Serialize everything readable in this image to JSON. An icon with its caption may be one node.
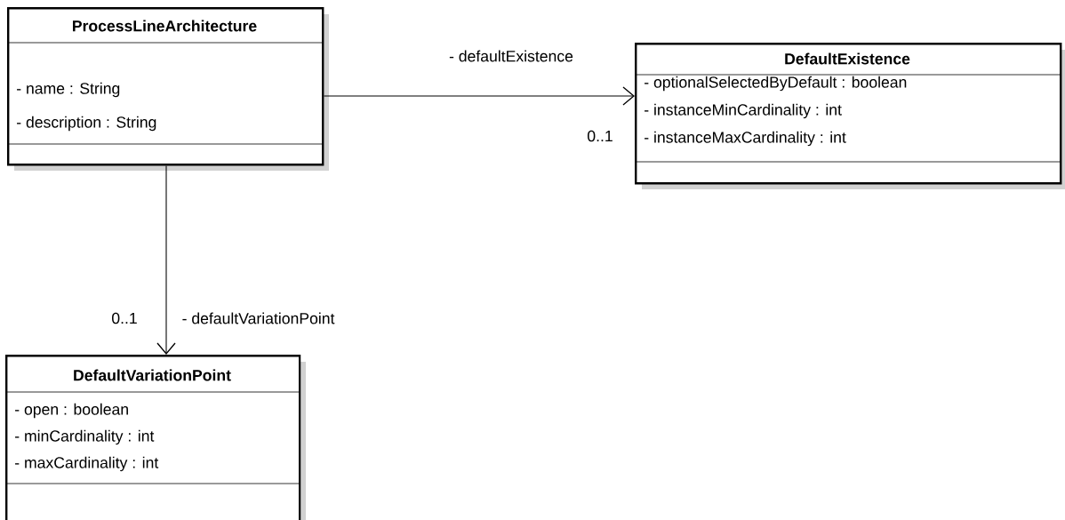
{
  "diagram": {
    "nodes": [
      {
        "text": [
          "ProcessLineArchitecture",
          "- name : String",
          "- description : String"
        ]
      },
      {
        "text": [
          "DefaultExistence",
          "- optionalSelectedByDefault : boolean",
          "- instanceMinCardinality : int",
          "- instanceMaxCardinality : int"
        ]
      },
      {
        "text": [
          "DefaultVariationPoint",
          "- open : boolean",
          "- minCardinality : int",
          "- maxCardinality : int"
        ]
      }
    ],
    "edges": [
      {
        "from": 0,
        "to": 1,
        "arrow": "to",
        "label": "- defaultExistence"
      },
      {
        "from": 0,
        "to": 2,
        "arrow": "to",
        "label": "- defaultVariationPoint"
      }
    ],
    "labels": [
      "0..1",
      "0..1"
    ]
  }
}
